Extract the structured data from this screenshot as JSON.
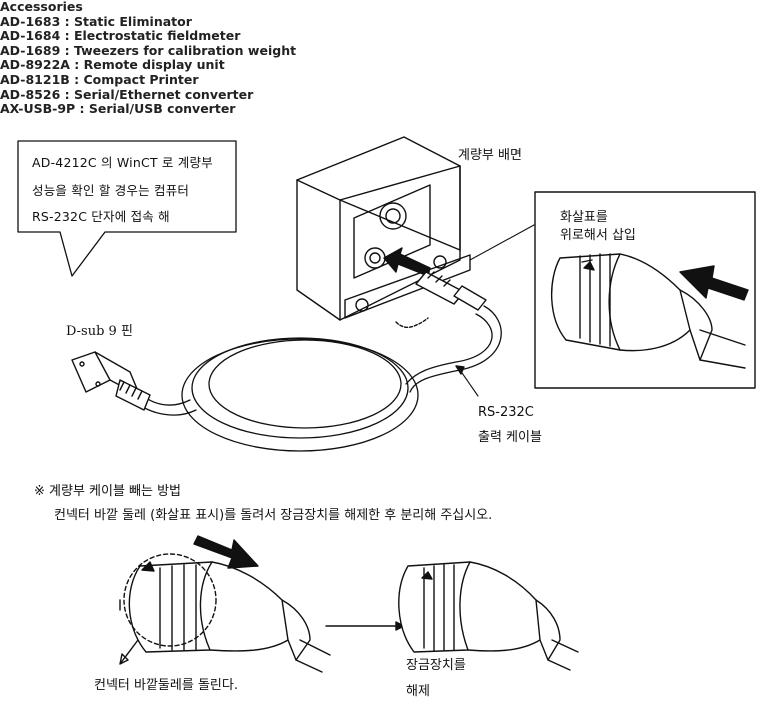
{
  "accessories": {
    "heading": "Accessories",
    "items": [
      "AD-1683 : Static Eliminator",
      "AD-1684 : Electrostatic fieldmeter",
      "AD-1689 : Tweezers for calibration weight",
      "AD-8922A : Remote display unit",
      "AD-8121B : Compact Printer",
      "AD-8526 : Serial/Ethernet converter",
      "AX-USB-9P : Serial/USB converter"
    ]
  },
  "callout": {
    "lines": [
      "AD-4212C 의 WinCT 로 계량부",
      "성능을 확인 할 경우는 컴퓨터",
      "RS-232C 단자에 접속 해"
    ]
  },
  "labels": {
    "rear_view": "계량부 배면",
    "insert_arrow_l1": "화살표를",
    "insert_arrow_l2": "위로해서 삽입",
    "dsub": "D-sub 9 핀",
    "rs232c_l1": "RS-232C",
    "rs232c_l2": "출력 케이블",
    "remove_title": "※ 계량부 케이블 빼는 방법",
    "remove_desc": "컨넥터 바깥 둘레 (화살표 표시)를 돌려서 장금장치를 해제한 후 분리해 주십시오.",
    "rotate_caption": "컨넥터 바깥둘레를 돌린다.",
    "release_l1": "장금장치를",
    "release_l2": "해제"
  }
}
